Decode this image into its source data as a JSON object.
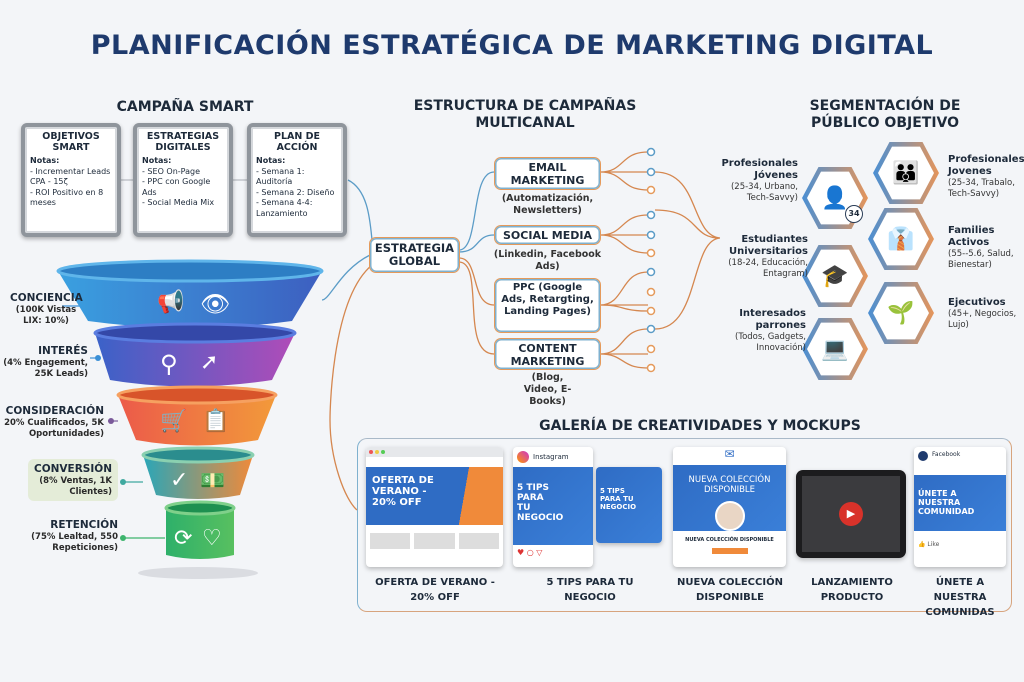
{
  "title": "PLANIFICACIÓN ESTRATÉGICA DE MARKETING DIGITAL",
  "smart": {
    "heading": "CAMPAÑA SMART",
    "boxes": [
      {
        "title": "OBJETIVOS SMART",
        "notes_label": "Notas:",
        "lines": [
          "- Incrementar Leads CPA - 15ζ",
          "- ROI Positivo en 8 meses"
        ]
      },
      {
        "title": "ESTRATEGIAS DIGITALES",
        "notes_label": "Notas:",
        "lines": [
          "- SEO On-Page",
          "- PPC con Google Ads",
          "- Social Media Mix"
        ]
      },
      {
        "title": "PLAN DE ACCIÓN",
        "notes_label": "Notas:",
        "lines": [
          "- Semana 1: Auditoría",
          "- Semana 2: Diseño",
          "- Semana 4-4: Lanzamiento"
        ]
      }
    ]
  },
  "funnel": [
    {
      "title": "CONCIENCIA",
      "detail": "(100K Vistas LIX: 10%)",
      "icons": [
        "megaphone-icon",
        "eye-icon"
      ],
      "color": "#3a8fd6"
    },
    {
      "title": "INTERÉS",
      "detail": "(4% Engagement, 25K Leads)",
      "icons": [
        "search-icon",
        "cursor-click-icon"
      ],
      "color": "#5560c8"
    },
    {
      "title": "CONSIDERACIÓN",
      "detail": "20% Cualificados, 5K Oportunidades)",
      "icons": [
        "cart-icon",
        "clipboard-check-icon"
      ],
      "color": "#ee7a3c"
    },
    {
      "title": "CONVERSIÓN",
      "detail": "(8% Ventas, 1K Clientes)",
      "icons": [
        "check-circle-icon",
        "money-icon"
      ],
      "color": "#3fa9a0"
    },
    {
      "title": "RETENCIÓN",
      "detail": "(75% Lealtad, 550 Repeticiones)",
      "icons": [
        "refresh-icon",
        "heart-icon"
      ],
      "color": "#3db46d"
    }
  ],
  "multichannel": {
    "heading": "ESTRUCTURA DE CAMPAÑAS MULTICANAL",
    "root": "ESTRATEGIA GLOBAL",
    "channels": [
      {
        "title": "EMAIL MARKETING",
        "detail": "(Automatización, Newsletters)"
      },
      {
        "title": "SOCIAL MEDIA",
        "detail": "(Linkedin, Facebook Ads)"
      },
      {
        "title": "PPC (Google Ads, Retargting, Landing Pages)",
        "detail": ""
      },
      {
        "title": "CONTENT MARKETING",
        "detail": "(Blog, Video, E-Books)"
      }
    ]
  },
  "segmentation": {
    "heading": "SEGMENTACIÓN DE PÚBLICO OBJETIVO",
    "segments": [
      {
        "title": "Profesionales Jóvenes",
        "detail": "(25-34, Urbano, Tech-Savvy)",
        "icon": "person-chart-icon",
        "badge": "34"
      },
      {
        "title": "Profesionales Jovenes",
        "detail": "(25-34, Trabalo, Tech-Savvy)",
        "icon": "family-icon"
      },
      {
        "title": "Estudiantes Universitarios",
        "detail": "(18-24, Educación, Entagram)",
        "icon": "graduate-icon"
      },
      {
        "title": "Families Activos",
        "detail": "(55--5.6, Salud, Bienestar)",
        "icon": "businessman-icon"
      },
      {
        "title": "Interesados parrones",
        "detail": "(Todos, Gadgets, Innovación)",
        "icon": "laptop-gear-icon"
      },
      {
        "title": "Ejecutivos",
        "detail": "(45+, Negocios, Lujo)",
        "icon": "hand-plant-icon"
      }
    ]
  },
  "gallery": {
    "heading": "GALERÍA DE CREATIVIDADES Y MOCKUPS",
    "items": [
      {
        "caption": "OFERTA DE VERANO - 20% OFF",
        "banner": "OFERTA DE VERANO - 20% OFF"
      },
      {
        "caption": "5 TIPS PARA TU NEGOCIO",
        "banner": "5 TIPS PARA TU NEGOCIO",
        "brand": "Instagram"
      },
      {
        "caption": "NUEVA COLECCIÓN DISPONIBLE",
        "banner": "NUEVA COLECCIÓN DISPONIBLE"
      },
      {
        "caption": "LANZAMIENTO PRODUCTO"
      },
      {
        "caption": "ÚNETE A NUESTRA COMUNIDAS",
        "banner": "ÚNETE A NUESTRA COMUNIDAD",
        "brand": "Facebook"
      }
    ]
  },
  "colors": {
    "navy": "#1e3a6d",
    "blue": "#3a8fd6",
    "orange": "#e6955a"
  }
}
